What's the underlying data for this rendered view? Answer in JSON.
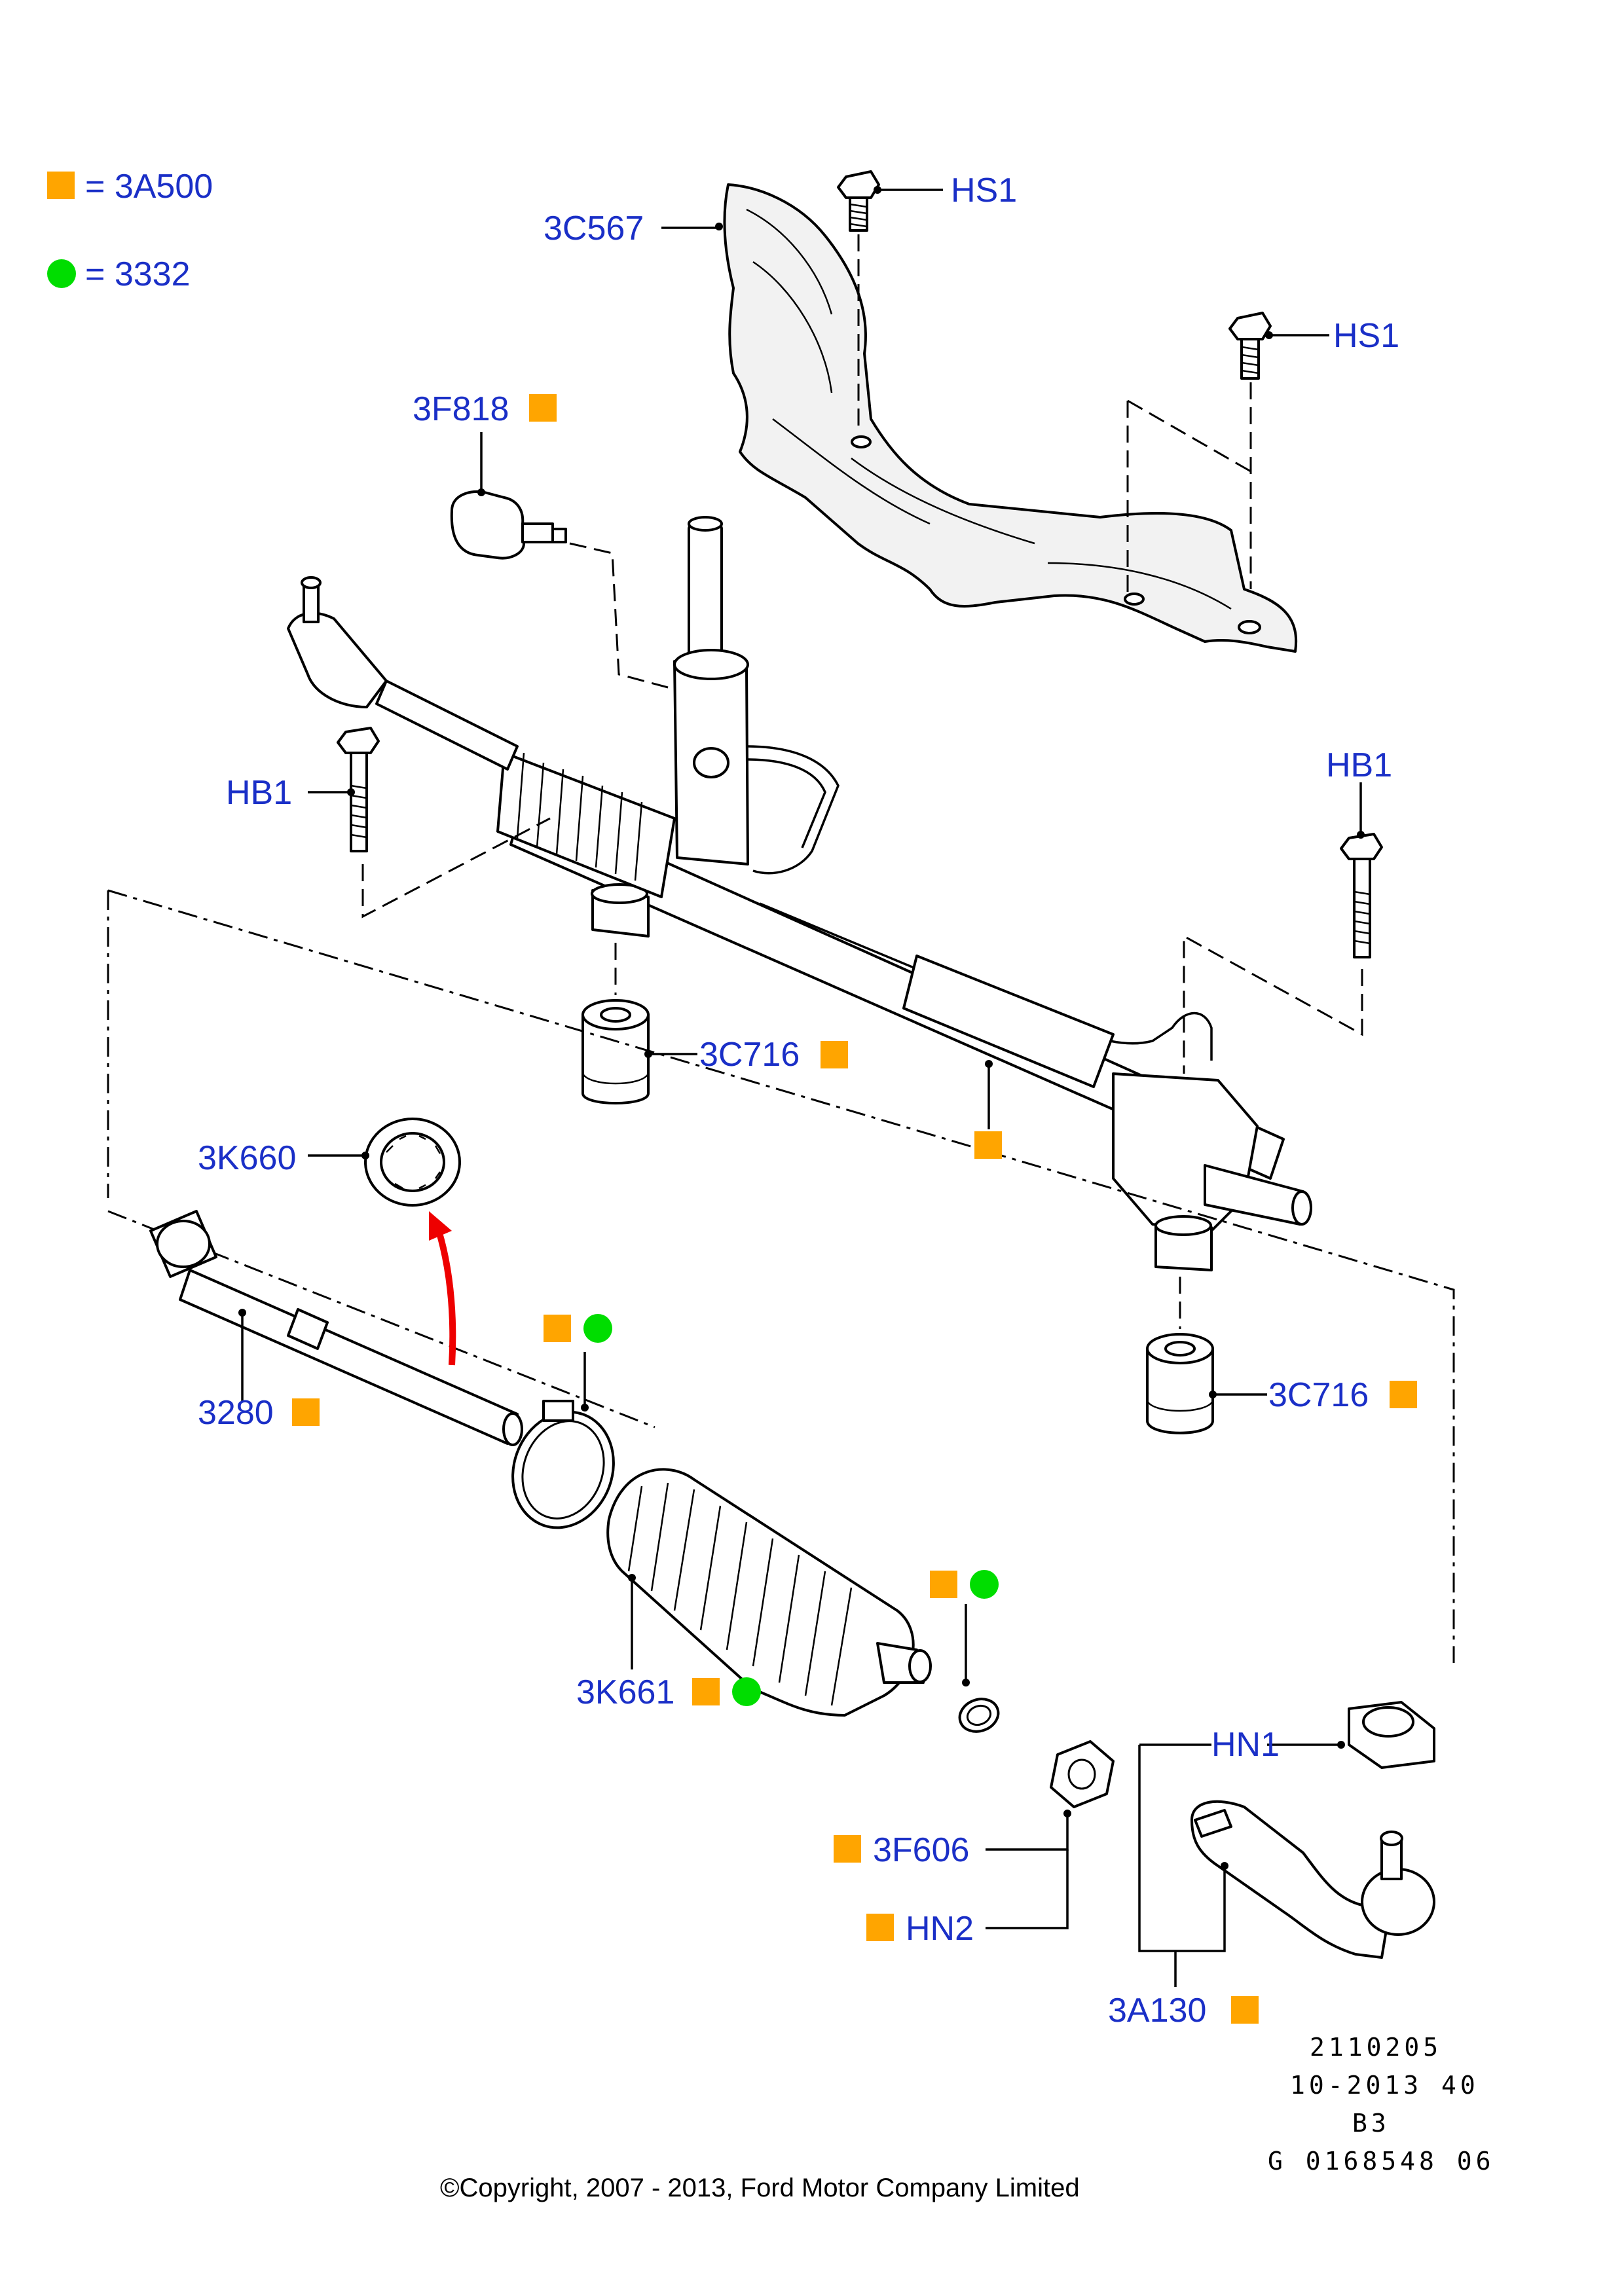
{
  "legend": {
    "square": {
      "label": "= 3A500",
      "color": "#ffa500"
    },
    "circle": {
      "label": "= 3332",
      "color": "#00dd00"
    }
  },
  "callouts": {
    "c3C567": "3C567",
    "cHS1a": "HS1",
    "cHS1b": "HS1",
    "c3F818": "3F818",
    "cHB1a": "HB1",
    "cHB1b": "HB1",
    "c3C716a": "3C716",
    "c3C716b": "3C716",
    "c3K660": "3K660",
    "c3280": "3280",
    "c3K661": "3K661",
    "cHN1": "HN1",
    "c3F606": "3F606",
    "cHN2": "HN2",
    "c3A130": "3A130"
  },
  "doc_info": {
    "line1": "2110205",
    "line2": "10-2013 40",
    "line3": "B3",
    "line4": "G 0168548 06"
  },
  "copyright": "©Copyright, 2007 - 2013, Ford Motor Company Limited",
  "colors": {
    "callout_text": "#1a2fc7",
    "marker_square": "#ffa500",
    "marker_circle": "#00dd00",
    "arrow": "#ee0000"
  },
  "icons": [
    "square-marker-icon",
    "circle-marker-icon",
    "red-arrow-icon"
  ]
}
